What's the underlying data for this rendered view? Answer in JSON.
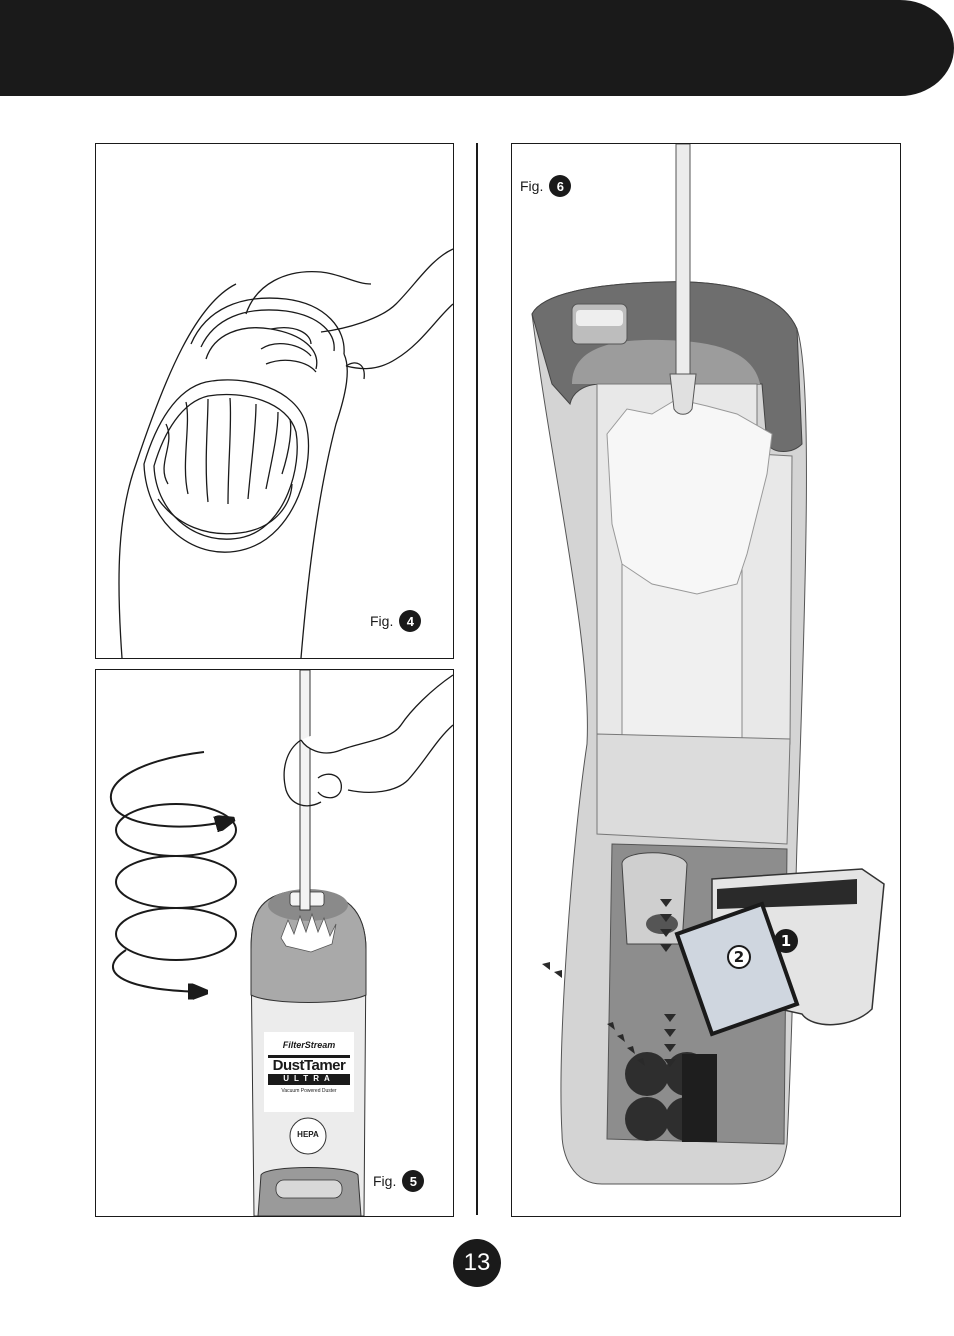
{
  "figures": {
    "fig4": {
      "prefix": "Fig.",
      "number": "4"
    },
    "fig5": {
      "prefix": "Fig.",
      "number": "5"
    },
    "fig6": {
      "prefix": "Fig.",
      "number": "6"
    }
  },
  "product_label": {
    "brand": "FilterStream",
    "name": "DustTamer",
    "line": "ULTRA",
    "tagline": "Vacuum Powered Duster",
    "seal": "HEPA"
  },
  "callouts": {
    "one": "1",
    "two": "2"
  },
  "page_number": "13"
}
